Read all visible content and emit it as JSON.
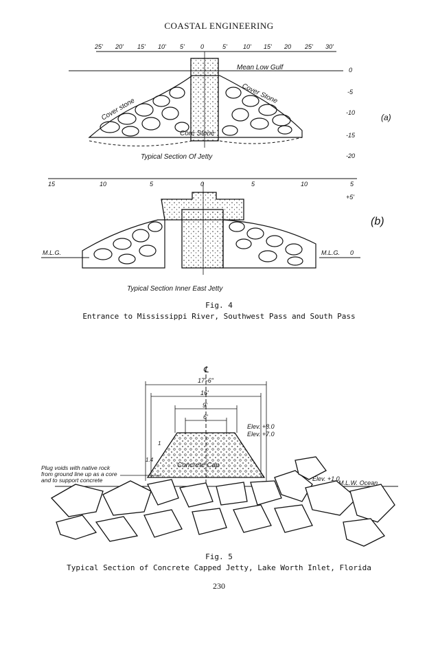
{
  "header": "COASTAL ENGINEERING",
  "fig4": {
    "a": {
      "scale": [
        "25'",
        "20'",
        "15'",
        "10'",
        "5'",
        "0",
        "5'",
        "10'",
        "15'",
        "20",
        "25'",
        "30'"
      ],
      "depths": [
        "0",
        "-5",
        "-10",
        "-15",
        "-20"
      ],
      "water_label": "Mean Low Gulf",
      "cover_left": "Cover stone",
      "cover_right": "Cover Stone",
      "core": "Core Stone",
      "title": "Typical Section Of Jetty",
      "panel": "(a)"
    },
    "b": {
      "scale": [
        "15",
        "10",
        "5",
        "0",
        "5",
        "10",
        "5"
      ],
      "elev": "+5'",
      "mlg_left": "M.L.G.",
      "mlg_right": "M.L.G.",
      "mlg_zero": "0",
      "title": "Typical Section Inner East Jetty",
      "panel": "(b)"
    },
    "label": "Fig. 4",
    "caption": "Entrance to Mississippi River, Southwest Pass and South Pass"
  },
  "fig5": {
    "cl": "℄",
    "dims": [
      "17'-6\"",
      "16'",
      "9'",
      "6'"
    ],
    "elev1": "Elev. +8.0",
    "elev2": "Elev. +7.0",
    "elev3": "Elev. +1.0",
    "slope_v": "1",
    "slope_h": "1.4",
    "cap": "Concrete Cap",
    "mlw": "M.L.W. Ocean",
    "note1": "Plug voids with native rock",
    "note2": "from ground line up as a core",
    "note3": "and to support concrete",
    "label": "Fig. 5",
    "caption": "Typical Section of Concrete Capped Jetty, Lake Worth Inlet, Florida"
  },
  "page_number": "230"
}
